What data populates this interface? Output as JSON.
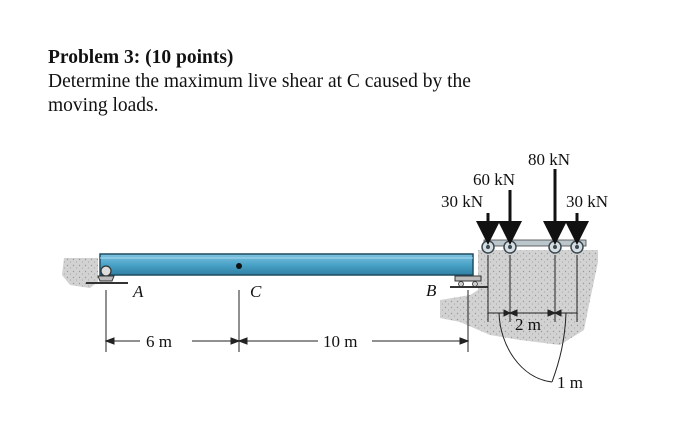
{
  "problem": {
    "title": "Problem 3: (10 points)",
    "line1": "Determine the maximum live shear at C caused by the",
    "line2": "moving loads."
  },
  "figure": {
    "load_60": "60 kN",
    "load_80": "80 kN",
    "load_30_left": "30 kN",
    "load_30_right": "30 kN",
    "point_a": "A",
    "point_b": "B",
    "point_c": "C",
    "dim_6m": "6 m",
    "dim_10m": "10 m",
    "dim_2m": "2 m",
    "dim_1m": "1 m"
  },
  "colors": {
    "beam_fill": "#4aa3c8",
    "beam_edge": "#1e4d63",
    "ground": "#c9c9c9",
    "wheel": "#6b7f8a"
  }
}
